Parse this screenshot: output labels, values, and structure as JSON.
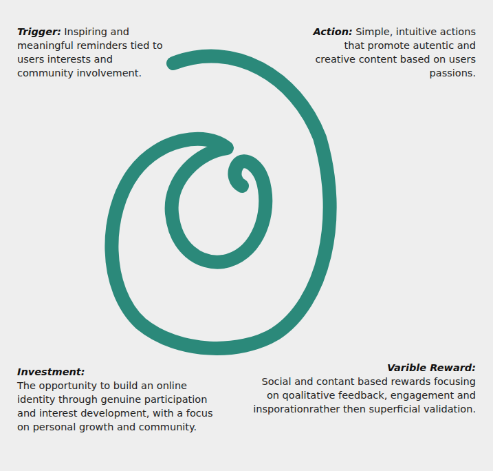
{
  "diagram": {
    "labels": [
      "Trigger:",
      "Inspiring and meaningful reminders tied to users interests and community involvement.",
      "Action:",
      "Simple, intuitive actions that promote autentic and creative content based on users passions.",
      "Investment:",
      "The opportunity to build an online identity through genuine participation and interest development, with a focus on personal growth and community.",
      "Varible Reward:",
      "Social and contant based rewards focusing on qoalitative feedback, engagement and insporationrather then superficial validation."
    ]
  }
}
